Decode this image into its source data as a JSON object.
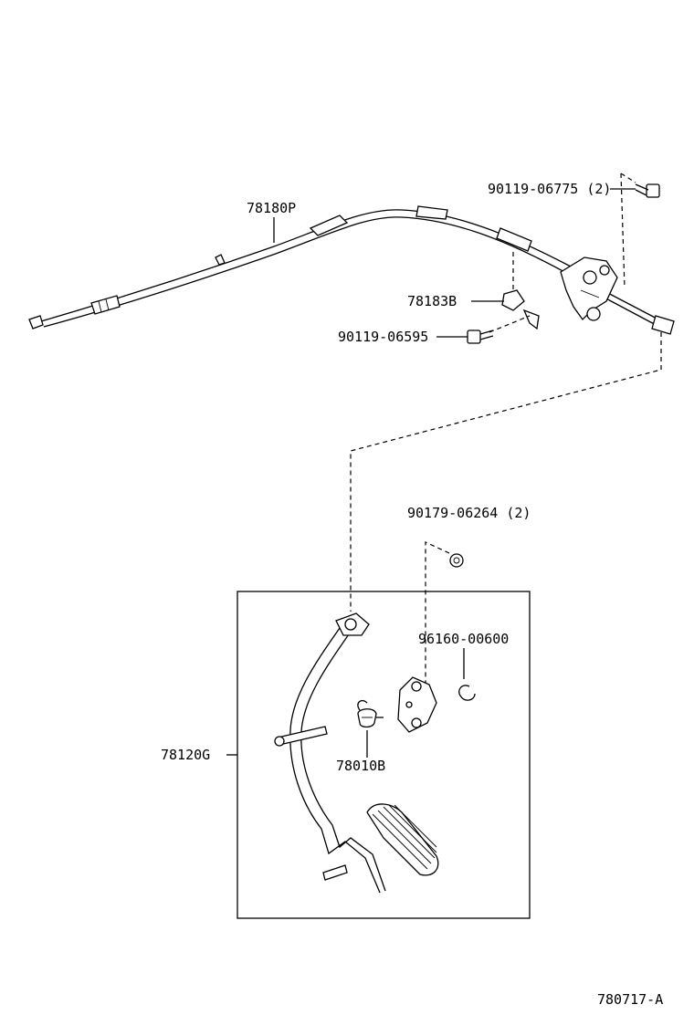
{
  "labels": {
    "bolt_top": "90119-06775 (2)",
    "cable": "78180P",
    "clamp": "78183B",
    "bolt_clamp": "90119-06595",
    "nut": "90179-06264 (2)",
    "clip": "96160-00600",
    "pedal_assy": "78120G",
    "spring": "78010B",
    "figure_id": "780717-A"
  }
}
